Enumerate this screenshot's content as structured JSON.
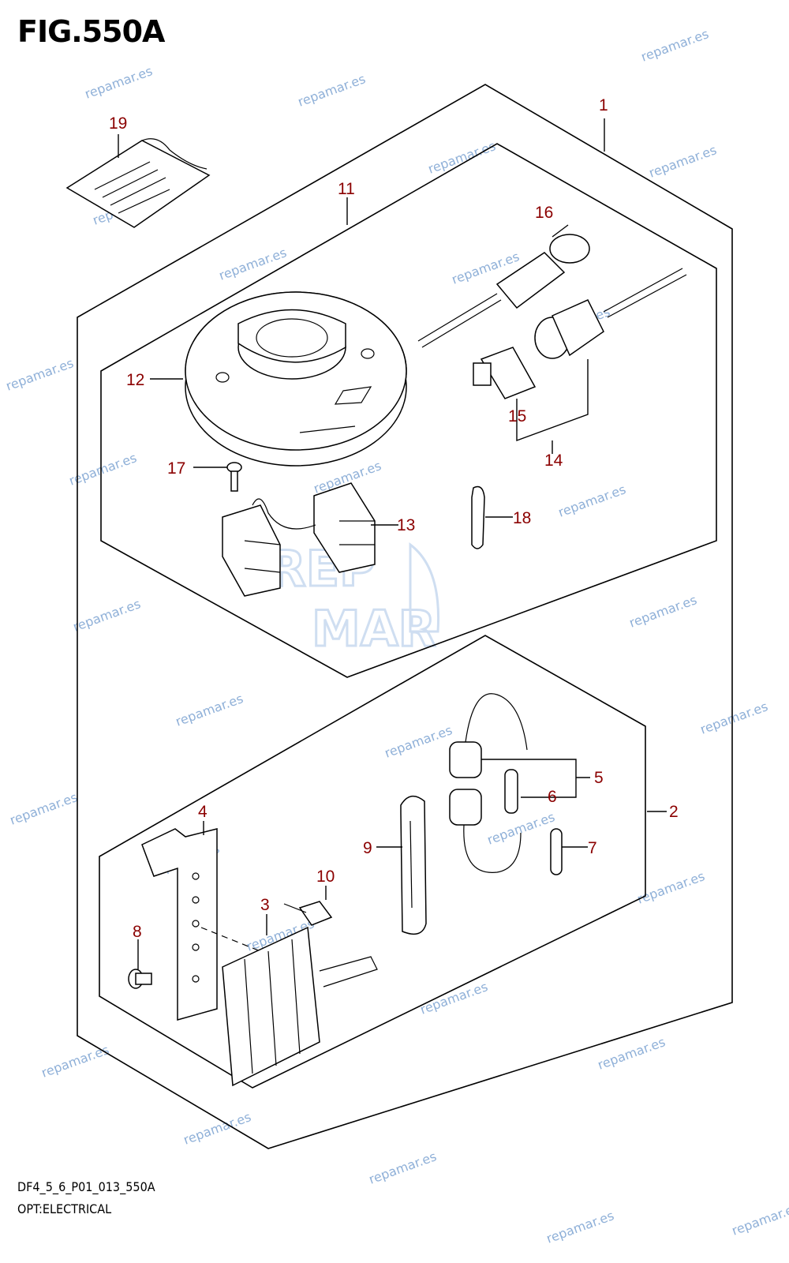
{
  "header": {
    "figure_title": "FIG.550A"
  },
  "footer": {
    "code": "DF4_5_6_P01_013_550A",
    "subtitle": "OPT:ELECTRICAL"
  },
  "callouts": [
    {
      "id": "1",
      "label": "1"
    },
    {
      "id": "2",
      "label": "2"
    },
    {
      "id": "3",
      "label": "3"
    },
    {
      "id": "4",
      "label": "4"
    },
    {
      "id": "5",
      "label": "5"
    },
    {
      "id": "6",
      "label": "6"
    },
    {
      "id": "7",
      "label": "7"
    },
    {
      "id": "8",
      "label": "8"
    },
    {
      "id": "9",
      "label": "9"
    },
    {
      "id": "10",
      "label": "10"
    },
    {
      "id": "11",
      "label": "11"
    },
    {
      "id": "12",
      "label": "12"
    },
    {
      "id": "13",
      "label": "13"
    },
    {
      "id": "14",
      "label": "14"
    },
    {
      "id": "15",
      "label": "15"
    },
    {
      "id": "16",
      "label": "16"
    },
    {
      "id": "17",
      "label": "17"
    },
    {
      "id": "18",
      "label": "18"
    },
    {
      "id": "19",
      "label": "19"
    }
  ],
  "watermark": {
    "text": "repamar.es",
    "color": "#8fb0d8"
  },
  "logo": {
    "text_top": "REP",
    "text_bottom": "MAR",
    "color": "#a8c4e6"
  },
  "colors": {
    "callout": "#8b0000",
    "line": "#000000"
  }
}
